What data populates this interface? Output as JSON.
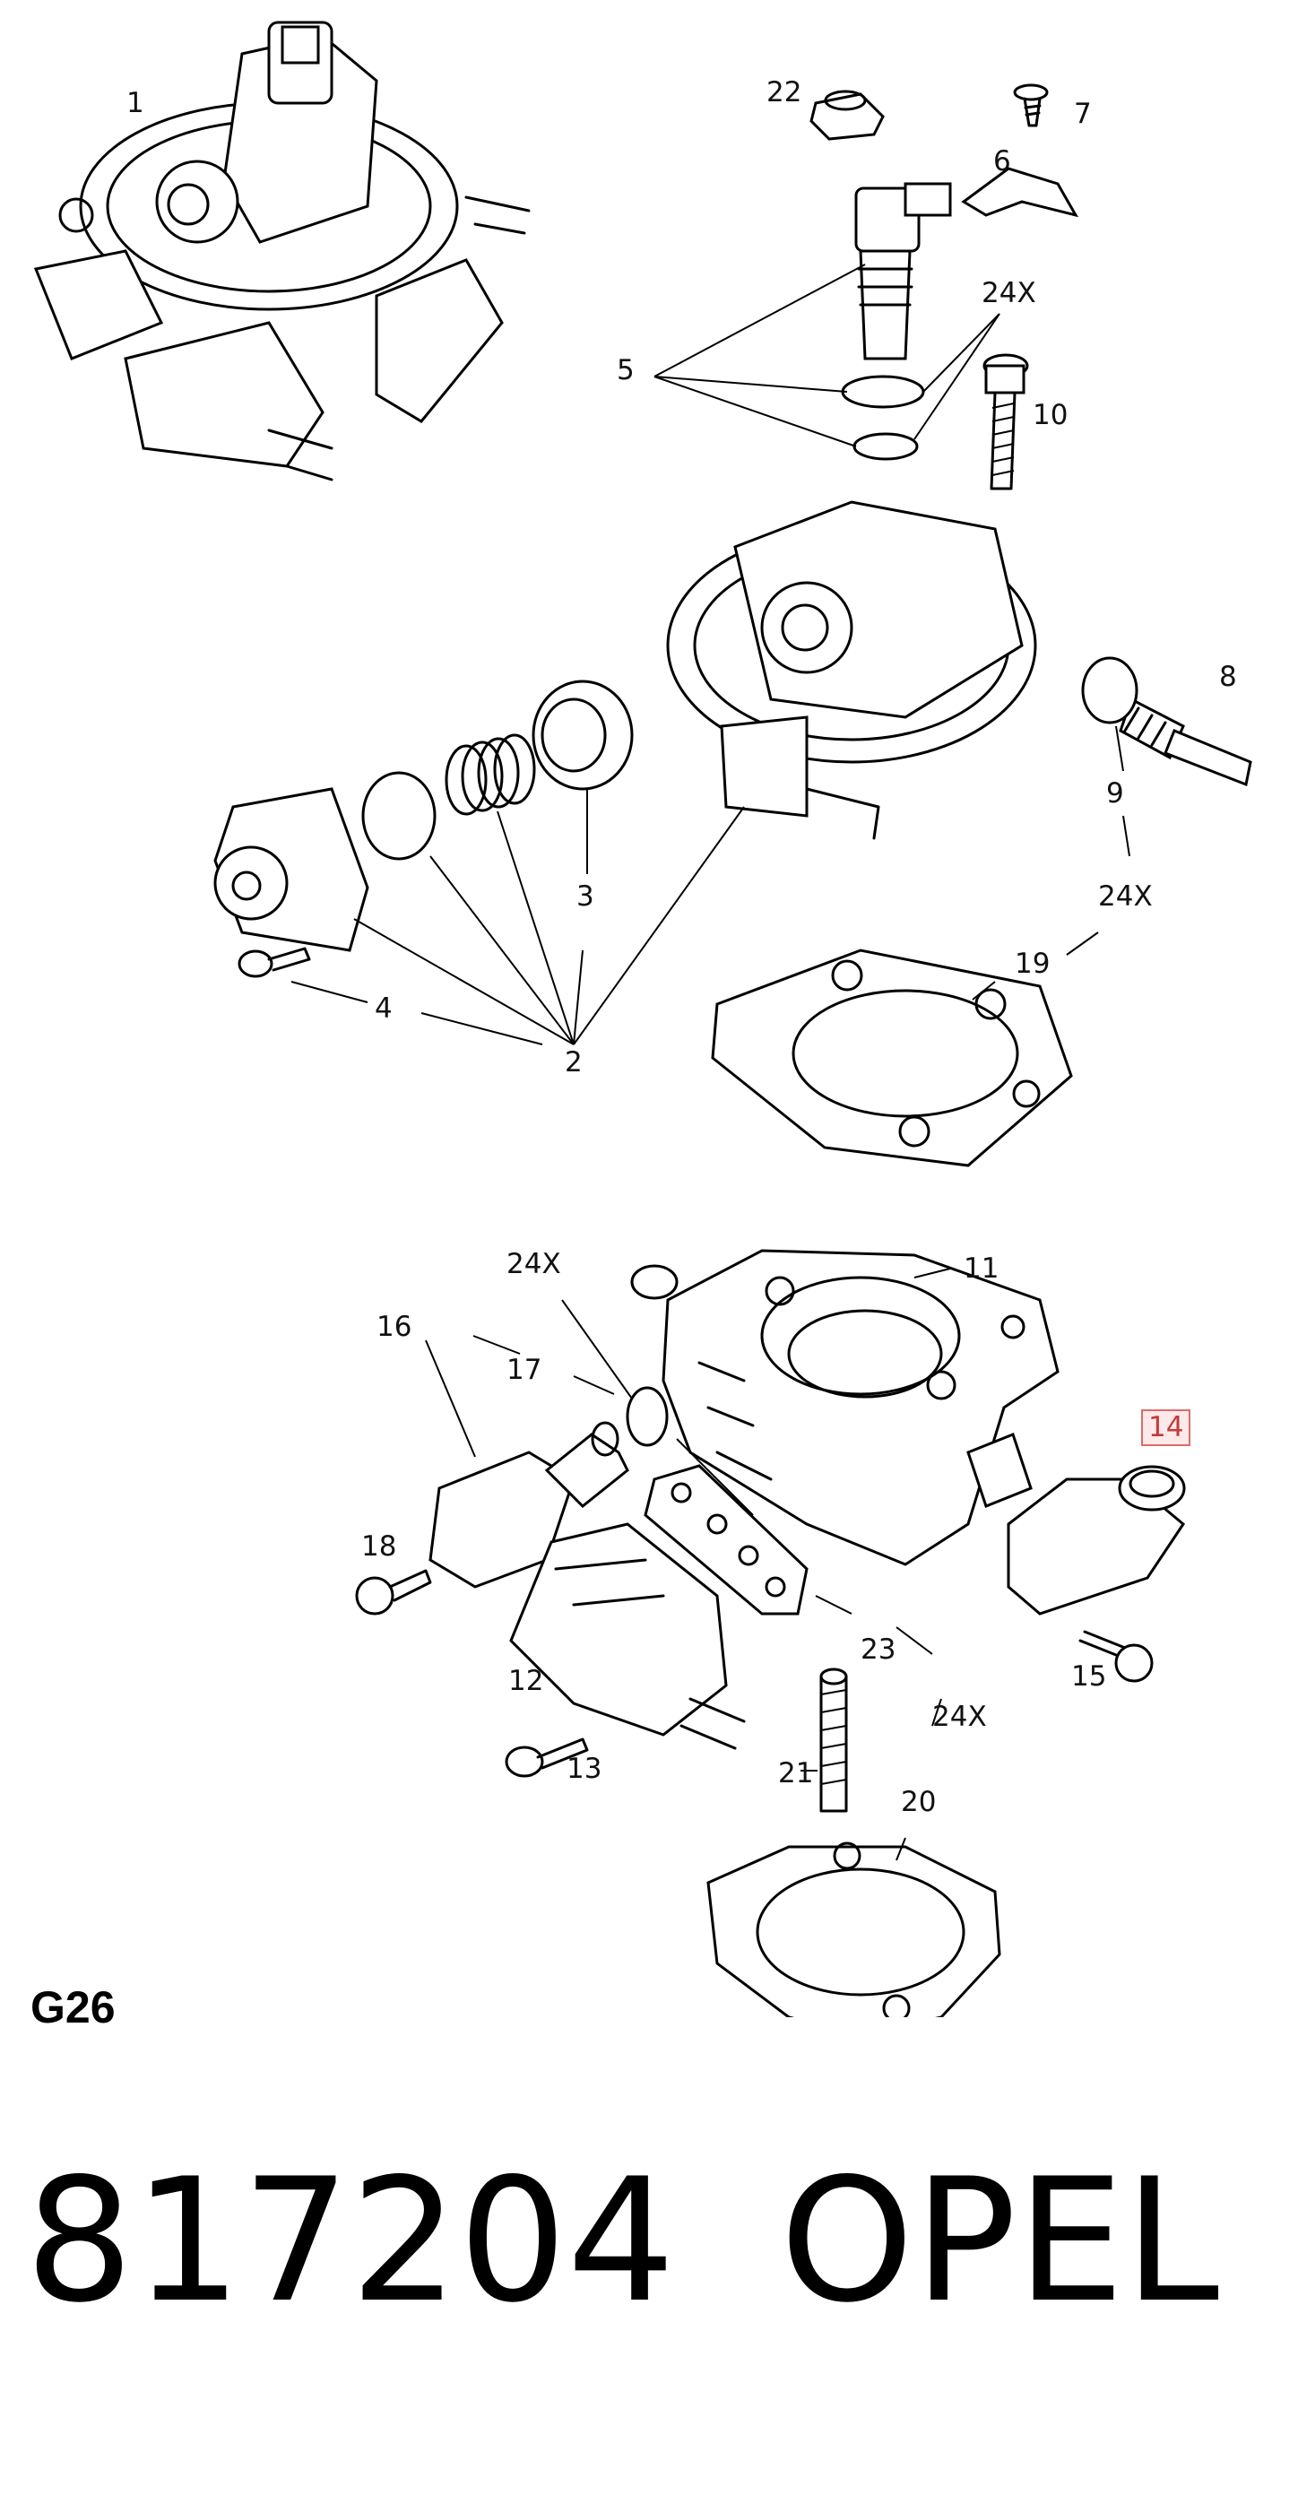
{
  "labels": {
    "p1": "1",
    "p22": "22",
    "p7": "7",
    "p6": "6",
    "p24x_a": "24X",
    "p5": "5",
    "p10": "10",
    "p8": "8",
    "p9": "9",
    "p24x_b": "24X",
    "p3": "3",
    "p19": "19",
    "p4": "4",
    "p2": "2",
    "p24x_c": "24X",
    "p11": "11",
    "p16": "16",
    "p17": "17",
    "p14": "14",
    "p18": "18",
    "p23": "23",
    "p12": "12",
    "p15": "15",
    "p24x_d": "24X",
    "p13": "13",
    "p21": "21",
    "p20": "20"
  },
  "highlighted_label": "14",
  "sheet_code": "G26",
  "part_number": "817204",
  "brand": "OPEL"
}
